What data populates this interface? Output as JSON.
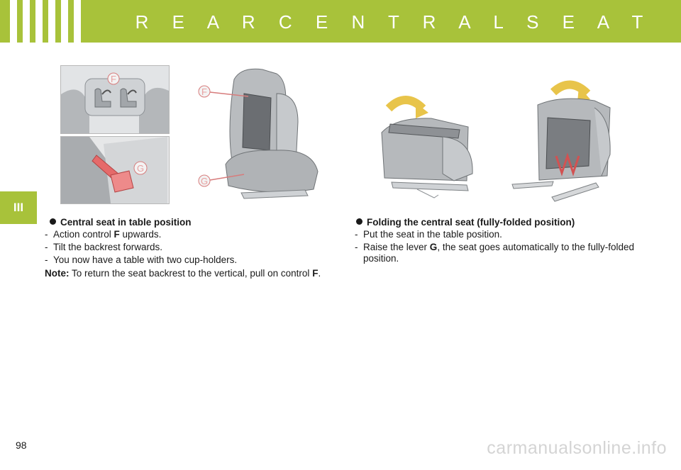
{
  "header": {
    "title": "R E A R   C E N T R A L   S E A T",
    "color": "#a8c23a"
  },
  "chapter_tab": {
    "label": "III"
  },
  "figure_labels": {
    "control_f": "F",
    "lever_g": "G"
  },
  "left_section": {
    "title": "Central seat in table position",
    "steps": [
      {
        "dash": "-",
        "before": "Action control ",
        "bold": "F",
        "after": " upwards."
      },
      {
        "dash": "-",
        "text": "Tilt the backrest forwards."
      },
      {
        "dash": "-",
        "text": "You now have a table with two cup-holders."
      }
    ],
    "note": {
      "label": "Note:",
      "before": " To return the seat backrest to the vertical, pull on control ",
      "bold": "F",
      "after": "."
    }
  },
  "right_section": {
    "title": "Folding the central seat (fully-folded position)",
    "steps": [
      {
        "dash": "-",
        "text": "Put the seat in the table position."
      },
      {
        "dash": "-",
        "before": "Raise the lever ",
        "bold": "G",
        "after": ", the seat goes automatically to the fully-folded position."
      }
    ]
  },
  "page_number": "98",
  "watermark": "carmanualsonline.info"
}
